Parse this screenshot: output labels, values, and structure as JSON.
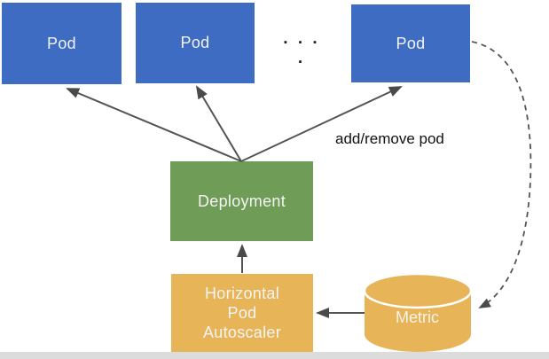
{
  "diagram": {
    "title_context": "horizontal-pod-autoscaler-architecture",
    "pods": [
      {
        "label": "Pod"
      },
      {
        "label": "Pod"
      },
      {
        "label": "Pod"
      }
    ],
    "ellipsis": "∙ ∙ ∙ ∙",
    "deployment": {
      "label": "Deployment"
    },
    "hpa": {
      "lines": [
        "Horizontal",
        "Pod",
        "Autoscaler"
      ]
    },
    "metric": {
      "label": "Metric"
    },
    "annotation": "add/remove pod",
    "edges": [
      "deployment -> pod-1",
      "deployment -> pod-2",
      "deployment -> pod-3",
      "hpa -> deployment",
      "metric -> hpa",
      "pod-3 -> metric (dashed)"
    ],
    "colors": {
      "pod_fill": "#3d6cc2",
      "deployment_fill": "#6f9d57",
      "hpa_fill": "#e7b457",
      "metric_fill": "#e7b457",
      "arrow": "#545454",
      "label_text": "#f4f4f4",
      "annotation_text": "#111111",
      "background": "#ffffff",
      "bottom_strip": "#dcdcdc"
    }
  }
}
